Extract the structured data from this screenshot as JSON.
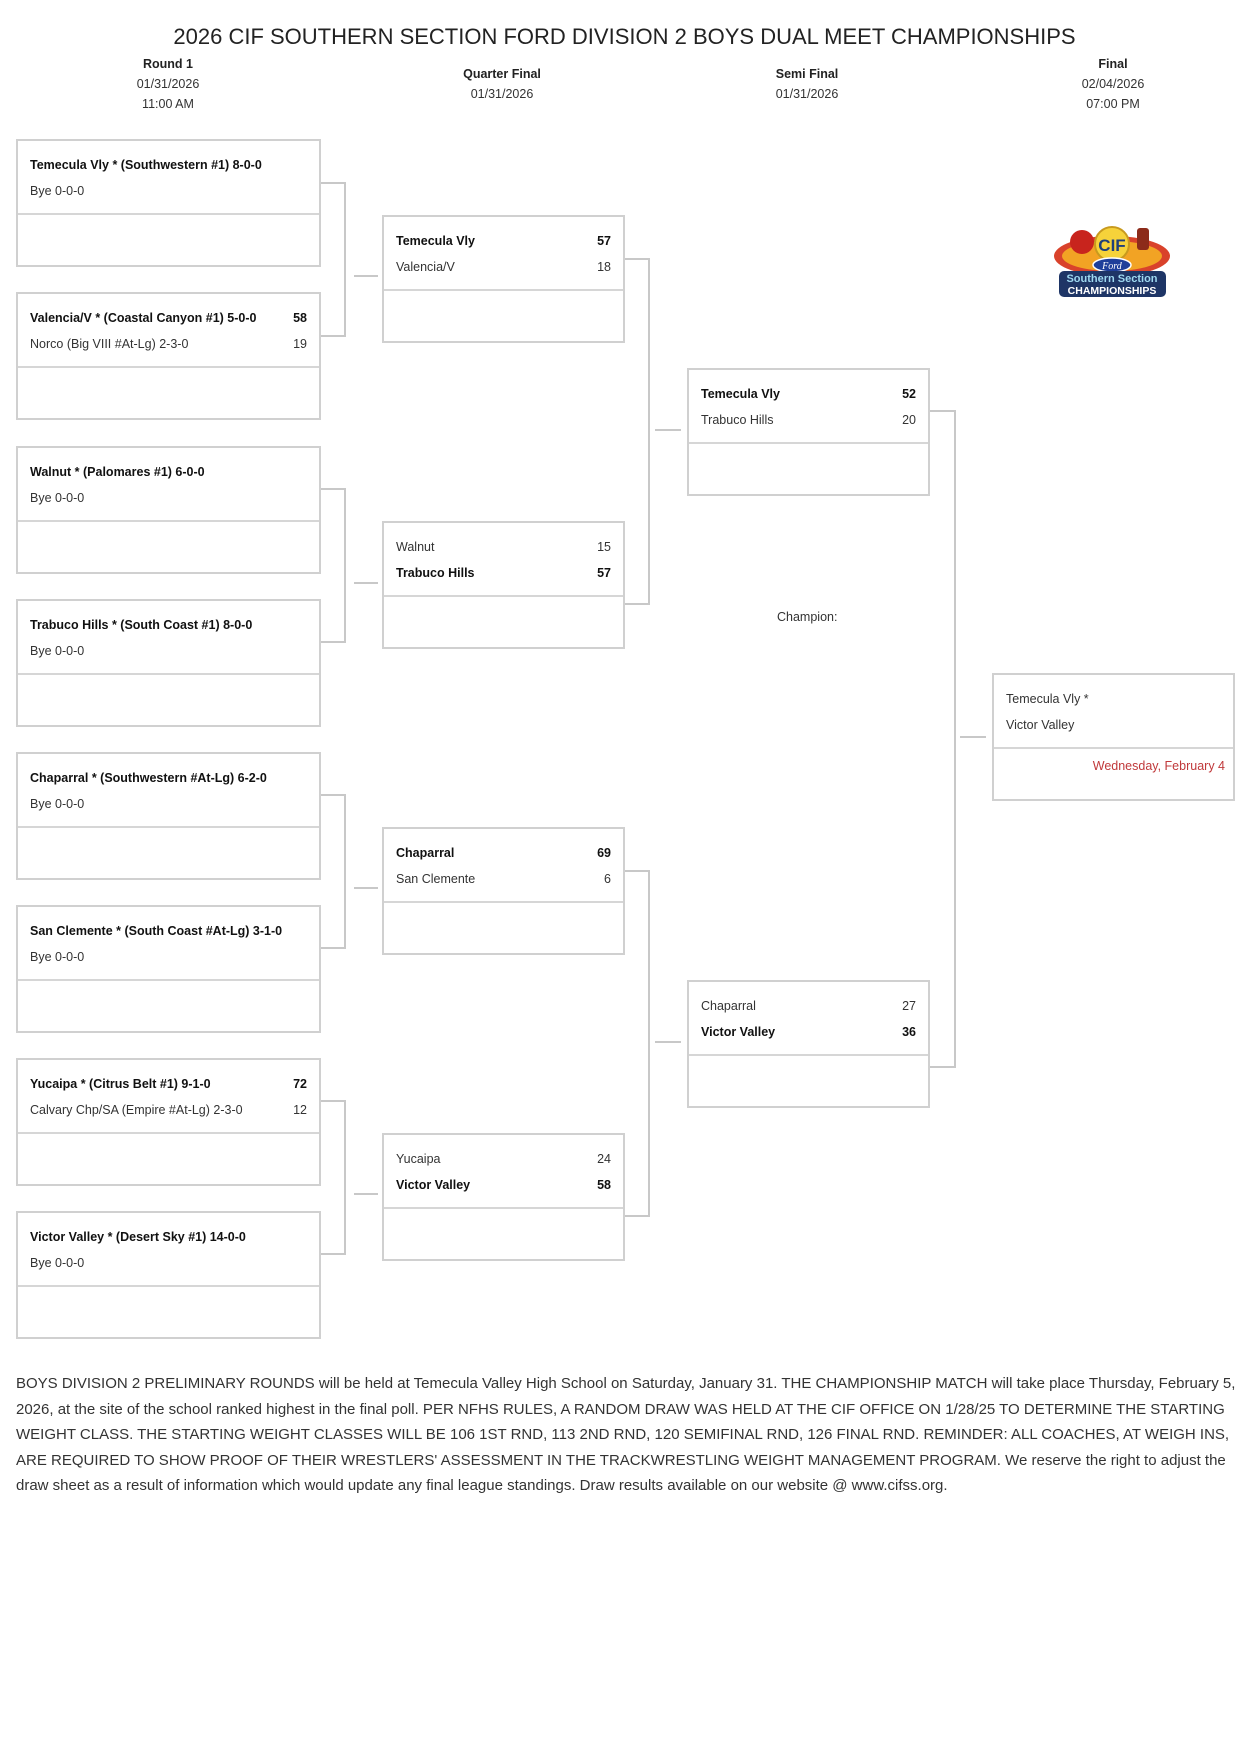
{
  "title": "2026 CIF SOUTHERN SECTION FORD DIVISION 2 BOYS DUAL MEET CHAMPIONSHIPS",
  "rounds": [
    {
      "name": "Round 1",
      "date": "01/31/2026",
      "time": "11:00 AM"
    },
    {
      "name": "Quarter Final",
      "date": "01/31/2026",
      "time": ""
    },
    {
      "name": "Semi Final",
      "date": "01/31/2026",
      "time": ""
    },
    {
      "name": "Final",
      "date": "02/04/2026",
      "time": "07:00 PM"
    }
  ],
  "round1": [
    {
      "top": "Temecula Vly * (Southwestern #1) 8-0-0",
      "top_score": "",
      "bottom": "Bye 0-0-0",
      "bottom_score": ""
    },
    {
      "top": "Valencia/V * (Coastal Canyon #1) 5-0-0",
      "top_score": "58",
      "bottom": "Norco (Big VIII #At-Lg) 2-3-0",
      "bottom_score": "19"
    },
    {
      "top": "Walnut * (Palomares #1) 6-0-0",
      "top_score": "",
      "bottom": "Bye 0-0-0",
      "bottom_score": ""
    },
    {
      "top": "Trabuco Hills * (South Coast #1) 8-0-0",
      "top_score": "",
      "bottom": "Bye 0-0-0",
      "bottom_score": ""
    },
    {
      "top": "Chaparral * (Southwestern #At-Lg) 6-2-0",
      "top_score": "",
      "bottom": "Bye 0-0-0",
      "bottom_score": ""
    },
    {
      "top": "San Clemente * (South Coast #At-Lg) 3-1-0",
      "top_score": "",
      "bottom": "Bye 0-0-0",
      "bottom_score": ""
    },
    {
      "top": "Yucaipa * (Citrus Belt #1) 9-1-0",
      "top_score": "72",
      "bottom": "Calvary Chp/SA (Empire #At-Lg) 2-3-0",
      "bottom_score": "12"
    },
    {
      "top": "Victor Valley * (Desert Sky #1) 14-0-0",
      "top_score": "",
      "bottom": "Bye 0-0-0",
      "bottom_score": ""
    }
  ],
  "quarterfinal": [
    {
      "top": "Temecula Vly",
      "top_score": "57",
      "bottom": "Valencia/V",
      "bottom_score": "18"
    },
    {
      "top": "Walnut",
      "top_score": "15",
      "bottom": "Trabuco Hills",
      "bottom_score": "57"
    },
    {
      "top": "Chaparral",
      "top_score": "69",
      "bottom": "San Clemente",
      "bottom_score": "6"
    },
    {
      "top": "Yucaipa",
      "top_score": "24",
      "bottom": "Victor Valley",
      "bottom_score": "58"
    }
  ],
  "semifinal": [
    {
      "top": "Temecula Vly",
      "top_score": "52",
      "bottom": "Trabuco Hills",
      "bottom_score": "20"
    },
    {
      "top": "Chaparral",
      "top_score": "27",
      "bottom": "Victor Valley",
      "bottom_score": "36"
    }
  ],
  "final": {
    "champion_label": "Champion:",
    "top": "Temecula Vly *",
    "bottom": "Victor Valley",
    "date_note": "Wednesday, February 4"
  },
  "logo": {
    "icon": "cif-ford-logo",
    "line1": "CIF",
    "line2": "Ford",
    "line3": "Southern Section",
    "line4": "CHAMPIONSHIPS"
  },
  "notes": "BOYS DIVISION 2 PRELIMINARY ROUNDS will be held at Temecula Valley High School on Saturday, January 31. THE CHAMPIONSHIP MATCH will take place Thursday, February 5, 2026, at the site of the school ranked highest in the final poll. PER NFHS RULES, A RANDOM DRAW WAS HELD AT THE CIF OFFICE ON 1/28/25 TO DETERMINE THE STARTING WEIGHT CLASS. THE STARTING WEIGHT CLASSES WILL BE 106 1ST RND, 113 2ND RND, 120 SEMIFINAL RND, 126 FINAL RND. REMINDER: ALL COACHES, AT WEIGH INS, ARE REQUIRED TO SHOW PROOF OF THEIR WRESTLERS' ASSESSMENT IN THE TRACKWRESTLING WEIGHT MANAGEMENT PROGRAM. We reserve the right to adjust the draw sheet as a result of information which would update any final league standings. Draw results available on our website @ www.cifss.org."
}
